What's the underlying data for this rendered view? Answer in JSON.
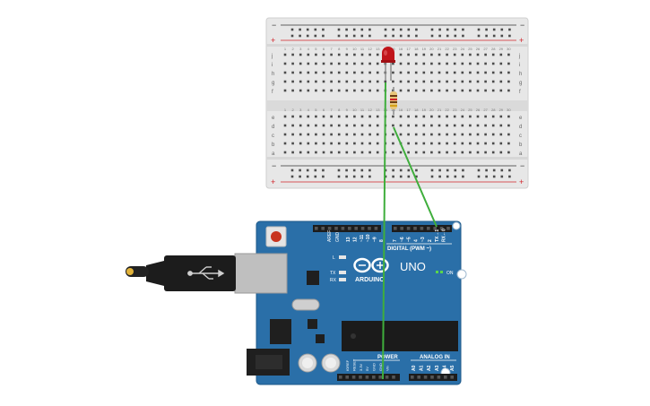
{
  "breadboard": {
    "rail_minus": "−",
    "rail_plus": "+",
    "row_letters_top": [
      "j",
      "i",
      "h",
      "g",
      "f"
    ],
    "row_letters_bottom": [
      "e",
      "d",
      "c",
      "b",
      "a"
    ],
    "column_count": 30
  },
  "arduino": {
    "logo_text": "ARDUINO",
    "uno_label": "UNO",
    "on_label": "ON",
    "digital_header_label": "DIGITAL (PWM ~)",
    "power_label": "POWER",
    "analog_label": "ANALOG IN",
    "aref_label": "AREF",
    "gnd_label": "GND",
    "led_l_label": "L",
    "tx_label": "TX",
    "rx_label": "RX",
    "digital_pin_labels": [
      "13",
      "12",
      "~11",
      "~10",
      "~9",
      "8",
      "7",
      "~6",
      "~5",
      "4",
      "~3",
      "2",
      "TX→1",
      "RX←0"
    ],
    "power_pin_labels": [
      "IOREF",
      "RESET",
      "3.3V",
      "5V",
      "GND",
      "GND",
      "Vin"
    ],
    "analog_pin_labels": [
      "A0",
      "A1",
      "A2",
      "A3",
      "A4",
      "A5"
    ]
  },
  "components": {
    "led_color": "#c0141a",
    "resistor_color": "#e8c67a",
    "wire_color": "#3fae3c"
  },
  "colors": {
    "board_blue": "#2a6fa8",
    "breadboard_body": "#e6e6e6",
    "rail_red": "#d2232a"
  }
}
